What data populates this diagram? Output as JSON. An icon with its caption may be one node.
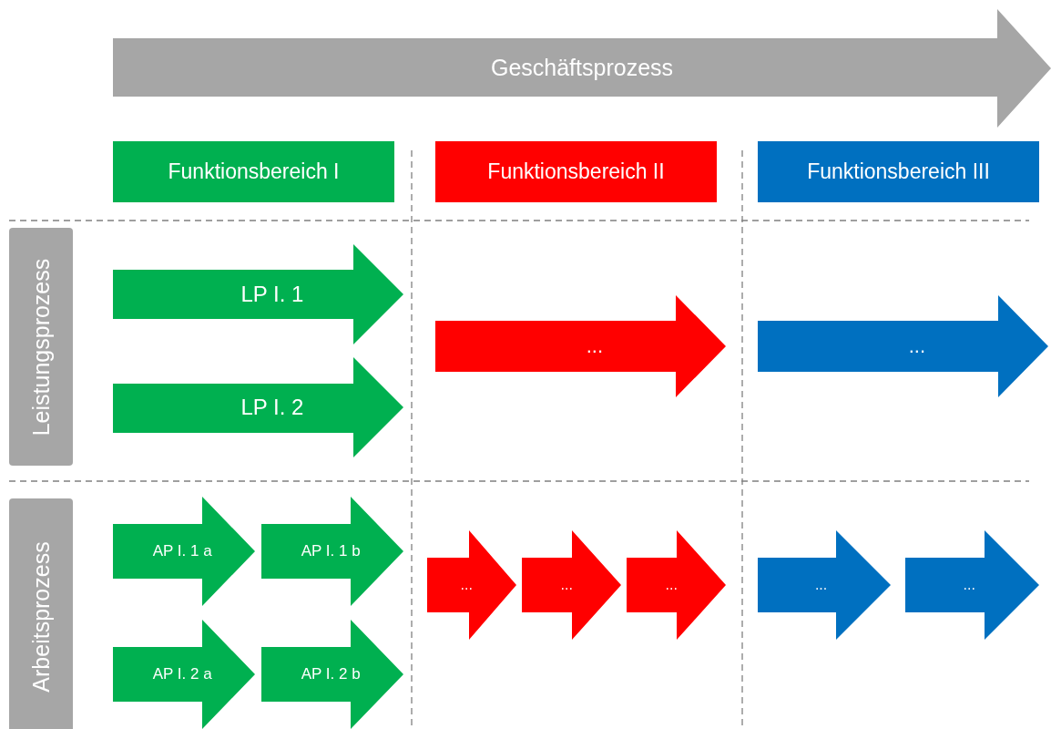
{
  "diagram": {
    "nodes": [
      {
        "text": [
          "Geschäftsprozess"
        ]
      },
      {
        "text": [
          "Funktionsbereich I"
        ]
      },
      {
        "text": [
          "Funktionsbereich II"
        ]
      },
      {
        "text": [
          "Funktionsbereich III"
        ]
      },
      {
        "text": [
          "Leistungsprozess"
        ]
      },
      {
        "text": [
          "LP I. 1"
        ]
      },
      {
        "text": [
          "..."
        ]
      },
      {
        "text": [
          "..."
        ]
      },
      {
        "text": [
          "LP I. 2"
        ]
      },
      {
        "text": [
          "Arbeitsprozess"
        ]
      },
      {
        "text": [
          "AP I. 1 a"
        ]
      },
      {
        "text": [
          "AP I. 1 b"
        ]
      },
      {
        "text": [
          "..."
        ]
      },
      {
        "text": [
          "..."
        ]
      },
      {
        "text": [
          "..."
        ]
      },
      {
        "text": [
          "..."
        ]
      },
      {
        "text": [
          "..."
        ]
      },
      {
        "text": [
          "AP I. 2 a"
        ]
      },
      {
        "text": [
          "AP I. 2 b"
        ]
      }
    ]
  }
}
